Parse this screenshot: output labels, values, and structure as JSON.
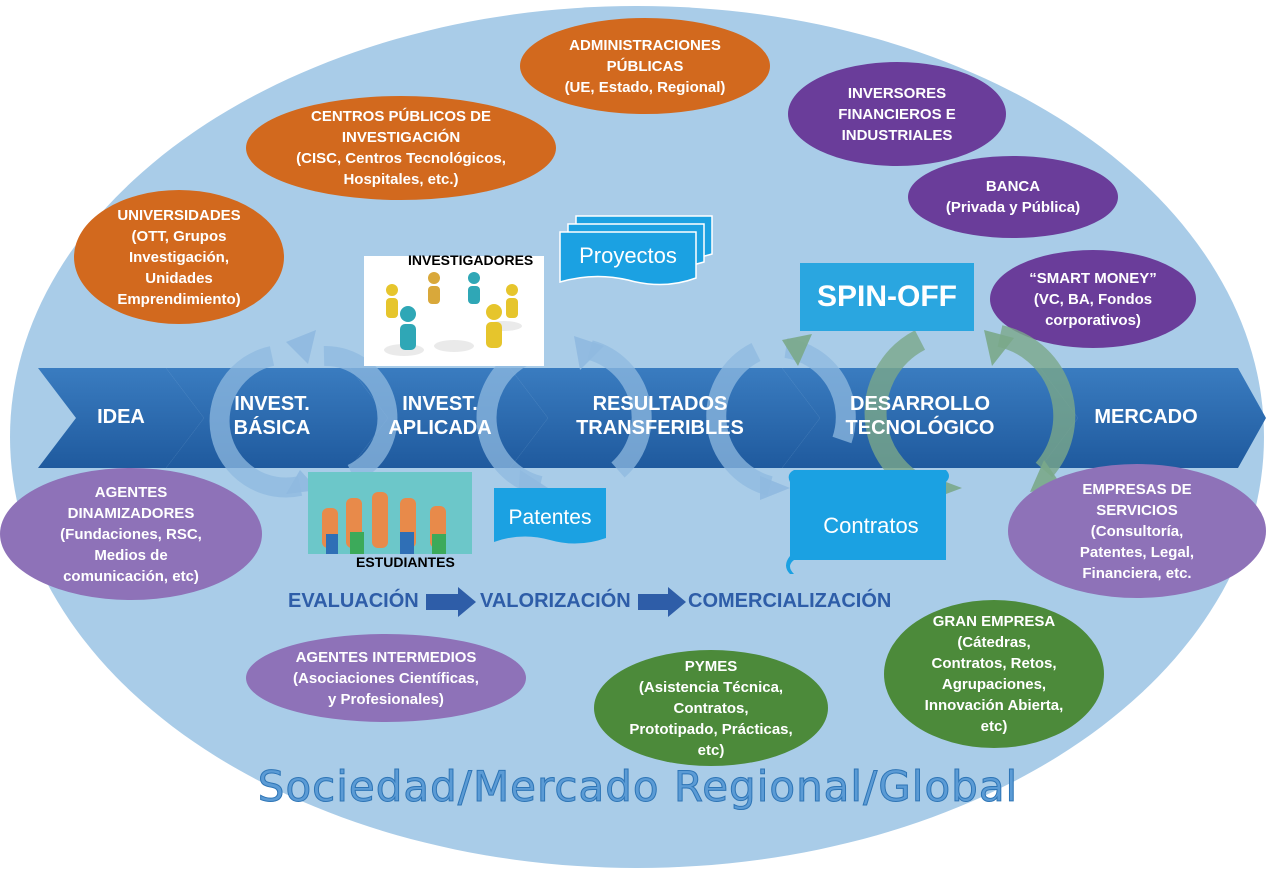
{
  "stages": [
    "IDEA",
    "INVEST.\nBÁSICA",
    "INVEST.\nAPLICADA",
    "RESULTADOS\nTRANSFERIBLES",
    "DESARROLLO\nTECNOLÓGICO",
    "MERCADO"
  ],
  "ovals": {
    "administraciones": "ADMINISTRACIONES\nPÚBLICAS\n(UE, Estado, Regional)",
    "centros": "CENTROS PÚBLICOS DE\nINVESTIGACIÓN\n(CISC, Centros Tecnológicos,\nHospitales, etc.)",
    "universidades": "UNIVERSIDADES\n(OTT, Grupos\nInvestigación,\nUnidades\nEmprendimiento)",
    "inversores": "INVERSORES\nFINANCIEROS E\nINDUSTRIALES",
    "banca": "BANCA\n(Privada y Pública)",
    "smart_money": "“SMART MONEY”\n(VC, BA, Fondos\ncorporativos)",
    "agentes_dinamizadores": "AGENTES\nDINAMIZADORES\n(Fundaciones, RSC,\nMedios de\ncomunicación, etc)",
    "empresas_servicios": "EMPRESAS DE\nSERVICIOS\n(Consultoría,\nPatentes, Legal,\nFinanciera, etc.",
    "agentes_intermedios": "AGENTES INTERMEDIOS\n(Asociaciones Científicas,\ny Profesionales)",
    "pymes": "PYMES\n(Asistencia Técnica,\nContratos,\nPrototipado, Prácticas,\netc)",
    "gran_empresa": "GRAN EMPRESA\n(Cátedras,\nContratos, Retos,\nAgrupaciones,\nInnovación Abierta,\netc)"
  },
  "docs": {
    "proyectos": "Proyectos",
    "patentes": "Patentes",
    "contratos": "Contratos",
    "spinoff": "SPIN-OFF"
  },
  "labels": {
    "investigadores": "INVESTIGADORES",
    "estudiantes": "ESTUDIANTES"
  },
  "phases": [
    "EVALUACIÓN",
    "VALORIZACIÓN",
    "COMERCIALIZACIÓN"
  ],
  "footer": "Sociedad/Mercado Regional/Global",
  "colors": {
    "background_ellipse": "#a9cce8",
    "chevron": "#2e6fb5",
    "orange": "#d2691e",
    "purple": "#6a3d9a",
    "lilac": "#8e72b8",
    "green": "#4c8a3a",
    "document": "#1ba1e2"
  }
}
